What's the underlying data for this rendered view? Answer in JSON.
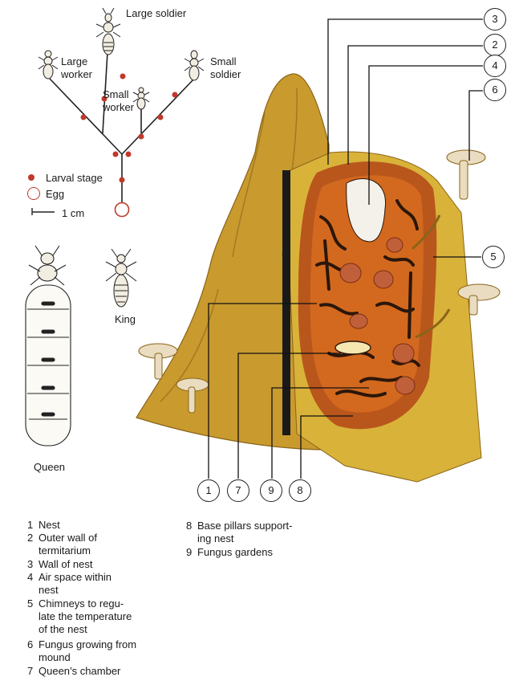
{
  "caste": {
    "large_soldier": "Large soldier",
    "large_worker": [
      "Large",
      "worker"
    ],
    "small_soldier": [
      "Small",
      "soldier"
    ],
    "small_worker": [
      "Small",
      "worker"
    ]
  },
  "key": {
    "larval_stage": "Larval stage",
    "egg": "Egg",
    "scale": "1 cm"
  },
  "figures": {
    "queen": "Queen",
    "king": "King"
  },
  "callouts": [
    "1",
    "2",
    "3",
    "4",
    "5",
    "6",
    "7",
    "8",
    "9"
  ],
  "legend": [
    {
      "n": "1",
      "lines": [
        "Nest"
      ]
    },
    {
      "n": "2",
      "lines": [
        "Outer wall of",
        "termitarium"
      ]
    },
    {
      "n": "3",
      "lines": [
        "Wall of nest"
      ]
    },
    {
      "n": "4",
      "lines": [
        "Air space within",
        "nest"
      ]
    },
    {
      "n": "5",
      "lines": [
        "Chimneys to regu-",
        "late the temperature",
        "of the nest"
      ]
    },
    {
      "n": "6",
      "lines": [
        "Fungus growing from",
        "mound"
      ]
    },
    {
      "n": "7",
      "lines": [
        "Queen’s chamber"
      ]
    },
    {
      "n": "8",
      "lines": [
        "Base pillars support-",
        "ing nest"
      ]
    },
    {
      "n": "9",
      "lines": [
        "Fungus gardens"
      ]
    }
  ],
  "colors": {
    "mound": "#c99a2e",
    "mound_dark": "#8a6418",
    "section_face": "#d9b23a",
    "outer_wall": "#b8561c",
    "nest": "#d2691e",
    "tunnel": "#2b160a",
    "fungus": "#c0603a",
    "larval_dot": "#c0392b"
  }
}
